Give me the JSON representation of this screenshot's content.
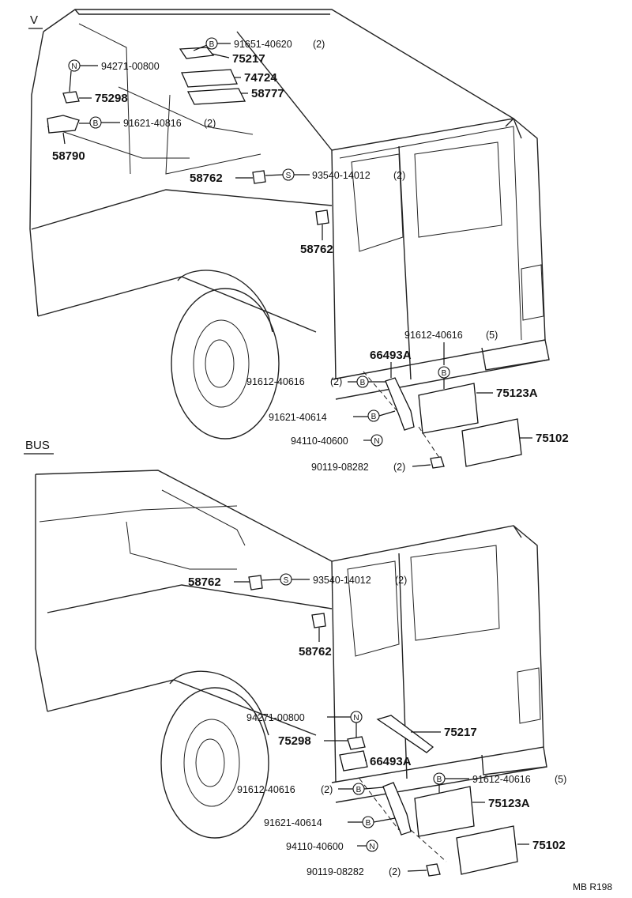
{
  "sections": [
    {
      "title": "V",
      "callouts": [
        {
          "symbol": "B",
          "code": "91651-40620",
          "qty": "(2)"
        },
        {
          "symbol": "",
          "code": "75217",
          "qty": ""
        },
        {
          "symbol": "N",
          "code": "94271-00800",
          "qty": ""
        },
        {
          "symbol": "",
          "code": "74724",
          "qty": ""
        },
        {
          "symbol": "",
          "code": "75298",
          "qty": ""
        },
        {
          "symbol": "",
          "code": "58777",
          "qty": ""
        },
        {
          "symbol": "B",
          "code": "91621-40816",
          "qty": "(2)"
        },
        {
          "symbol": "",
          "code": "58790",
          "qty": ""
        },
        {
          "symbol": "",
          "code": "58762",
          "qty": ""
        },
        {
          "symbol": "S",
          "code": "93540-14012",
          "qty": "(2)"
        },
        {
          "symbol": "",
          "code": "58762",
          "qty": ""
        },
        {
          "symbol": "",
          "code": "91612-40616",
          "qty": "(5)"
        },
        {
          "symbol": "",
          "code": "66493A",
          "qty": ""
        },
        {
          "symbol": "B",
          "code": "91612-40616",
          "qty": "(2)"
        },
        {
          "symbol": "",
          "code": "75123A",
          "qty": ""
        },
        {
          "symbol": "B",
          "code": "91621-40614",
          "qty": ""
        },
        {
          "symbol": "N",
          "code": "94110-40600",
          "qty": ""
        },
        {
          "symbol": "",
          "code": "75102",
          "qty": ""
        },
        {
          "symbol": "",
          "code": "90119-08282",
          "qty": "(2)"
        }
      ]
    },
    {
      "title": "BUS",
      "callouts": [
        {
          "symbol": "",
          "code": "58762",
          "qty": ""
        },
        {
          "symbol": "S",
          "code": "93540-14012",
          "qty": "(2)"
        },
        {
          "symbol": "",
          "code": "58762",
          "qty": ""
        },
        {
          "symbol": "N",
          "code": "94271-00800",
          "qty": ""
        },
        {
          "symbol": "",
          "code": "75217",
          "qty": ""
        },
        {
          "symbol": "",
          "code": "75298",
          "qty": ""
        },
        {
          "symbol": "",
          "code": "66493A",
          "qty": ""
        },
        {
          "symbol": "B",
          "code": "91612-40616",
          "qty": "(5)"
        },
        {
          "symbol": "B",
          "code": "91612-40616",
          "qty": "(2)"
        },
        {
          "symbol": "",
          "code": "75123A",
          "qty": ""
        },
        {
          "symbol": "B",
          "code": "91621-40614",
          "qty": ""
        },
        {
          "symbol": "",
          "code": "75102",
          "qty": ""
        },
        {
          "symbol": "N",
          "code": "94110-40600",
          "qty": ""
        },
        {
          "symbol": "",
          "code": "90119-08282",
          "qty": "(2)"
        }
      ]
    }
  ],
  "figure_code": "MB R198"
}
